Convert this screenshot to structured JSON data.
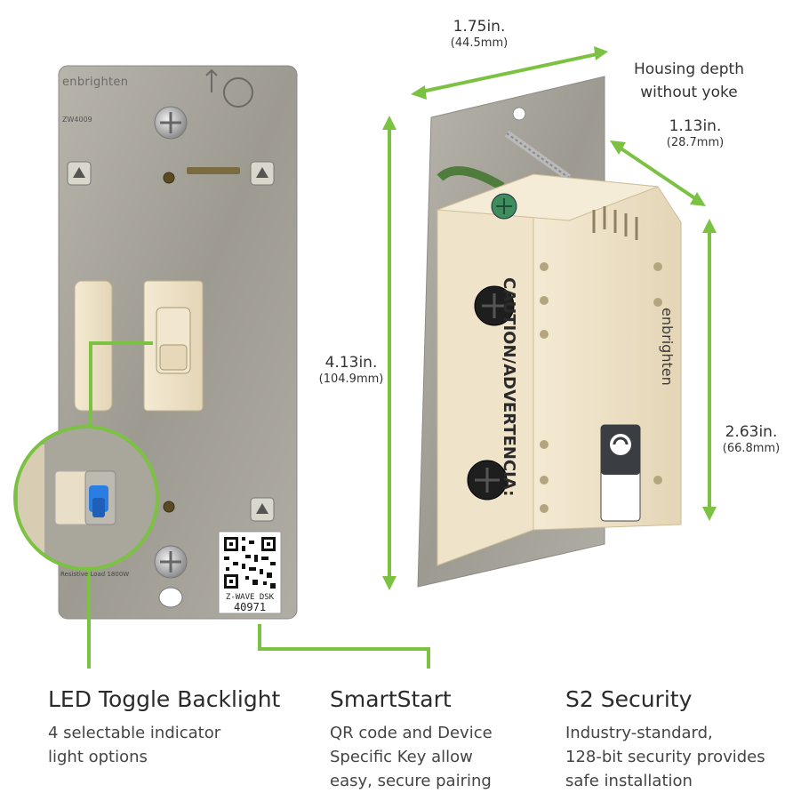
{
  "dimensions": {
    "width": {
      "inches": "1.75in.",
      "mm": "(44.5mm)"
    },
    "depth": {
      "label": "Housing depth without yoke",
      "inches": "1.13in.",
      "mm": "(28.7mm)"
    },
    "height": {
      "inches": "4.13in.",
      "mm": "(104.9mm)"
    },
    "housing_height": {
      "inches": "2.63in.",
      "mm": "(66.8mm)"
    }
  },
  "product": {
    "plate_brand": "enbrighten",
    "plate_model": "ZW4009",
    "device_brand": "enbrighten",
    "caution": "CAUTION/ADVERTENCIA:",
    "qr_label": "Z-WAVE DSK",
    "qr_code": "40971",
    "rating_text": "Resistive Load 1800W"
  },
  "features": [
    {
      "title": "LED Toggle Backlight",
      "description_lines": [
        "4 selectable indicator",
        "light options"
      ]
    },
    {
      "title": "SmartStart",
      "description_lines": [
        "QR code and Device",
        "Specific Key allow",
        "easy, secure pairing"
      ]
    },
    {
      "title": "S2 Security",
      "description_lines": [
        "Industry-standard,",
        "128-bit security provides",
        "safe installation"
      ]
    }
  ],
  "colors": {
    "accent_green": "#7cc242",
    "plate_metal": "#a7a49b",
    "ivory": "#efe3c9",
    "led_blue": "#2a7de1"
  }
}
